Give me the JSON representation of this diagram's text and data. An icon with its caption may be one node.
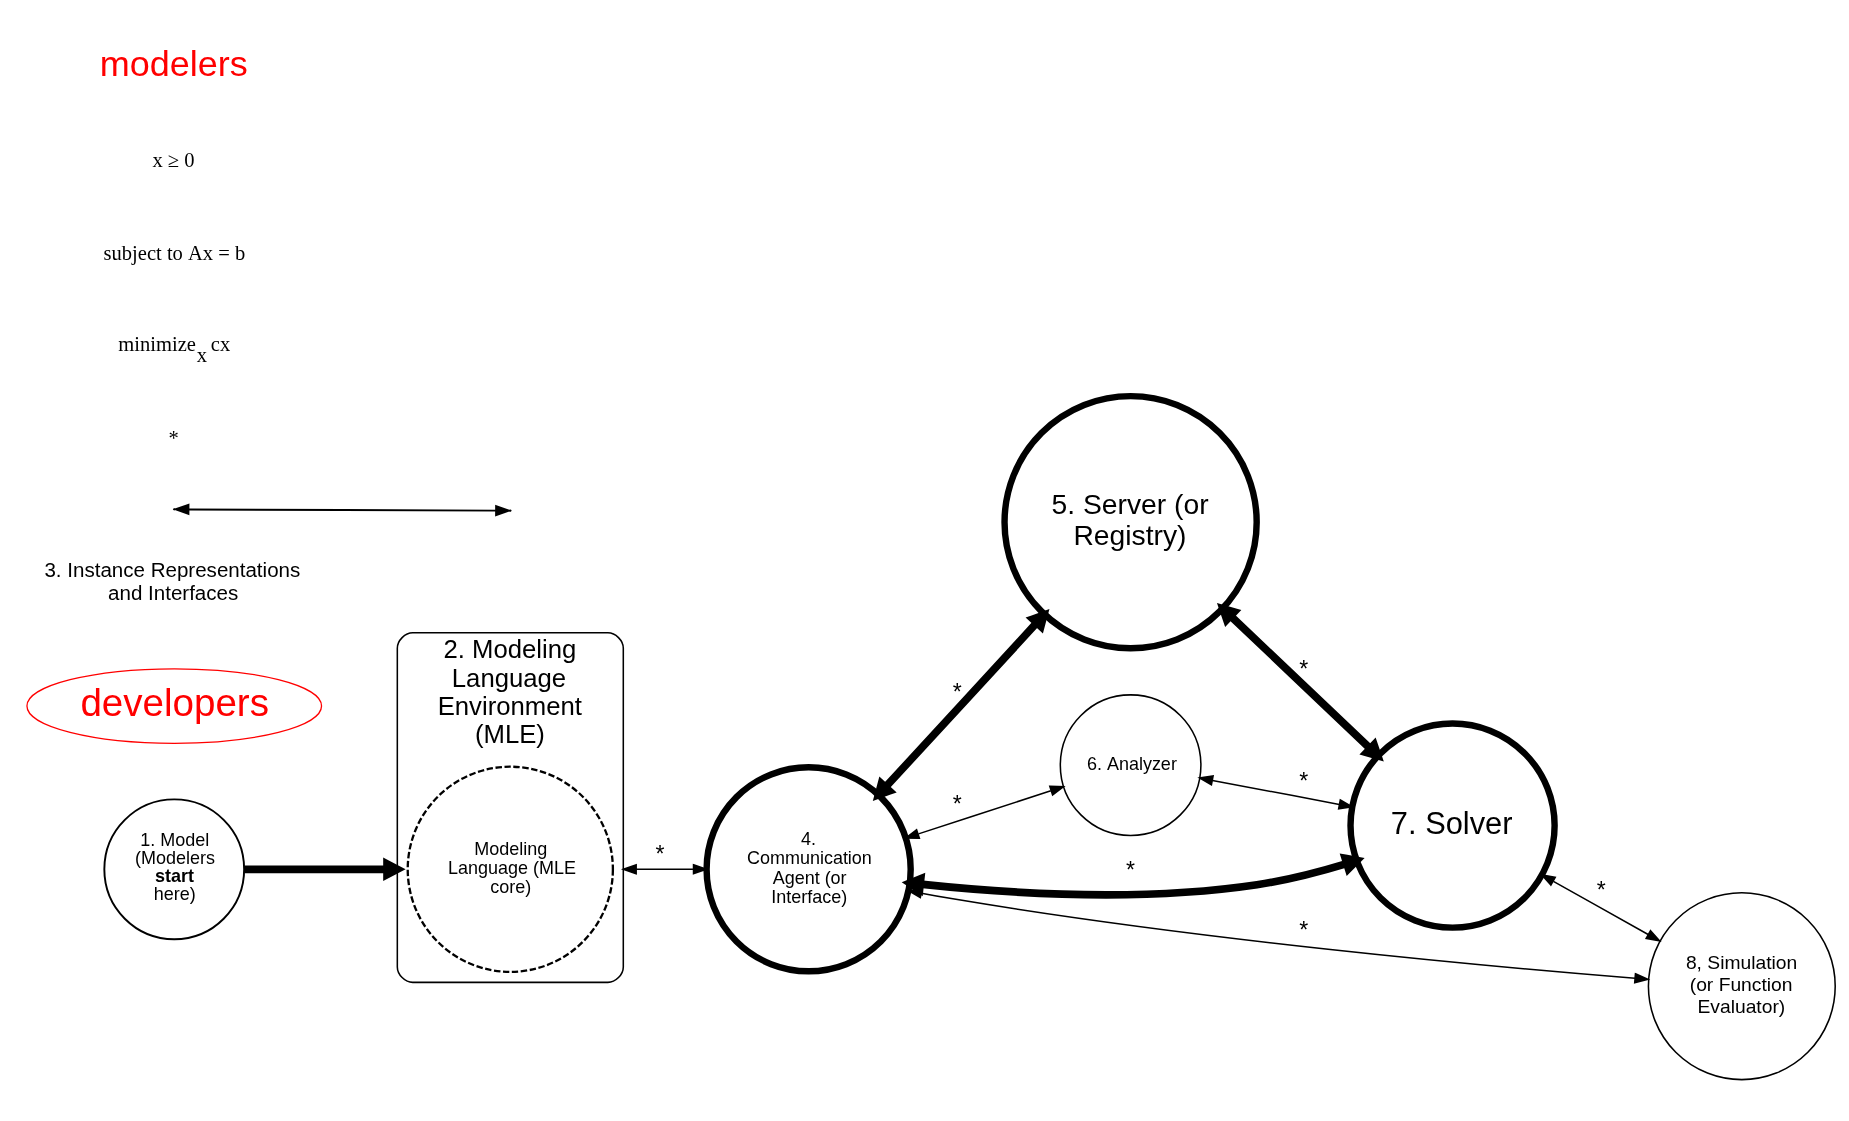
{
  "diagram": {
    "nodes": [
      {
        "text": [
          "1. Model (Modelers **start** here)"
        ]
      },
      {
        "text": [
          "2. Modeling Language Environment (MLE)"
        ]
      },
      {
        "text": [
          "Modeling Language (MLE core)"
        ],
        "in": 1
      },
      {
        "text": [
          "4. Communication Agent (or Interface)"
        ]
      },
      {
        "text": [
          "5. Server (or Registry)"
        ]
      },
      {
        "text": [
          "6. Analyzer"
        ]
      },
      {
        "text": [
          "7. Solver"
        ]
      },
      {
        "text": [
          "8, Simulation (or Function Evaluator)"
        ]
      },
      {
        "text": [
          "developers"
        ]
      }
    ],
    "edges": [
      {
        "from": 0,
        "to": 1,
        "arrow": "to",
        "style": "thick"
      },
      {
        "from": 1,
        "to": 3,
        "arrow": "both",
        "label": "*"
      },
      {
        "from": 3,
        "to": 4,
        "arrow": "both",
        "label": "*",
        "style": "thick"
      },
      {
        "from": 3,
        "to": 5,
        "arrow": "both",
        "label": "*"
      },
      {
        "from": 3,
        "to": 6,
        "arrow": "both",
        "label": "*",
        "style": "thick"
      },
      {
        "from": 4,
        "to": 6,
        "arrow": "both",
        "label": "*",
        "style": "thick"
      },
      {
        "from": 5,
        "to": 6,
        "arrow": "both",
        "label": "*"
      },
      {
        "from": 3,
        "to": 7,
        "arrow": "both",
        "label": "*"
      },
      {
        "from": 6,
        "to": 7,
        "arrow": "both",
        "label": "*"
      }
    ],
    "labels": [
      "*",
      "minimize$_{x}$ cx",
      "subject to Ax = b",
      "x ≥ 0",
      "modelers"
    ],
    "legend": [
      {
        "text": "3. Instance Representations and Interfaces"
      }
    ]
  }
}
